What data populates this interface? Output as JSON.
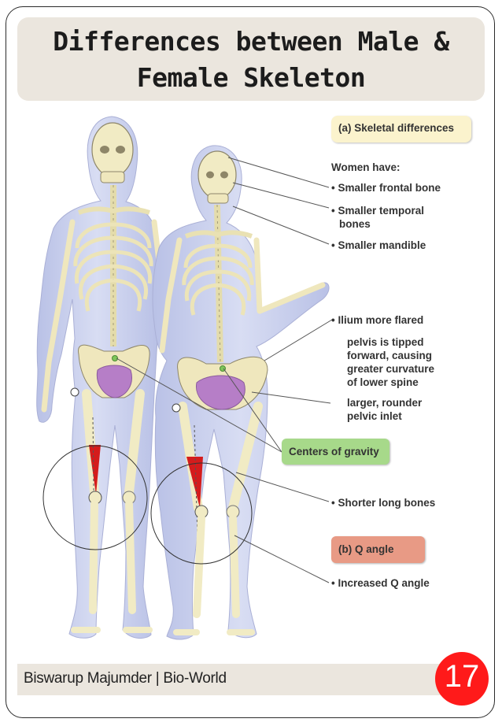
{
  "slide": {
    "title_line1": "Differences between Male &",
    "title_line2": "Female Skeleton",
    "footer": "Biswarup Majumder | Bio-World",
    "page_number": "17"
  },
  "diagram": {
    "section_a": "(a) Skeletal differences",
    "women_have": "Women have:",
    "frontal": "• Smaller frontal bone",
    "temporal_1": "• Smaller temporal",
    "temporal_2": "bones",
    "mandible": "• Smaller mandible",
    "ilium": "• Ilium more flared",
    "pelvis_1": "pelvis is tipped",
    "pelvis_2": "forward, causing",
    "pelvis_3": "greater curvature",
    "pelvis_4": "of lower spine",
    "inlet_1": "larger, rounder",
    "inlet_2": "pelvic inlet",
    "gravity": "Centers of gravity",
    "long_bones": "• Shorter long bones",
    "section_b": "(b) Q angle",
    "q_angle": "• Increased Q angle"
  },
  "colors": {
    "body_fill": "#c9d0ec",
    "bone": "#f1ebc4",
    "pelvic_inlet": "#b67ec7",
    "q_angle_red": "#d41c1c",
    "gravity_green": "#a7d98a"
  }
}
